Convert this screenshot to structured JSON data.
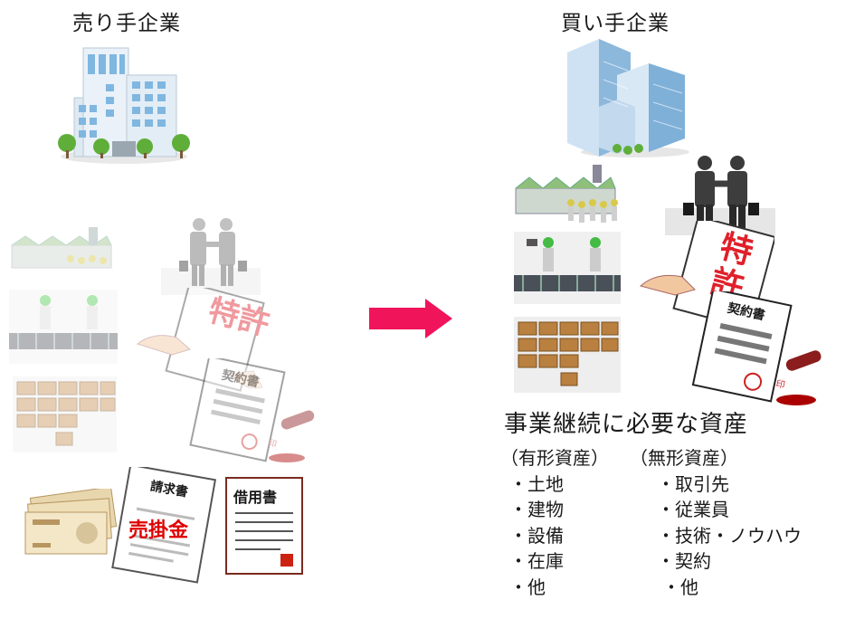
{
  "seller": {
    "title": "売り手企業",
    "receivable_label": "売掛金",
    "invoice_label": "請求書",
    "loan_label": "借用書",
    "patent_label": "特許",
    "contract_label": "契約書",
    "seal_label": "印"
  },
  "buyer": {
    "title": "買い手企業",
    "patent_label": "特許",
    "contract_label": "契約書",
    "seal_label": "印"
  },
  "assets": {
    "heading": "事業継続に必要な資産",
    "tangible": {
      "header": "（有形資産）",
      "items": [
        "・土地",
        "・建物",
        "・設備",
        "・在庫",
        "・他"
      ]
    },
    "intangible": {
      "header": "（無形資産）",
      "items": [
        "・取引先",
        "・従業員",
        "・技術・ノウハウ",
        "・契約",
        "・他"
      ]
    }
  },
  "colors": {
    "arrow": "#f0145a",
    "patent_text": "#e0202a",
    "receivable_text": "#e00000",
    "building_blue": "#7fb7e0"
  }
}
